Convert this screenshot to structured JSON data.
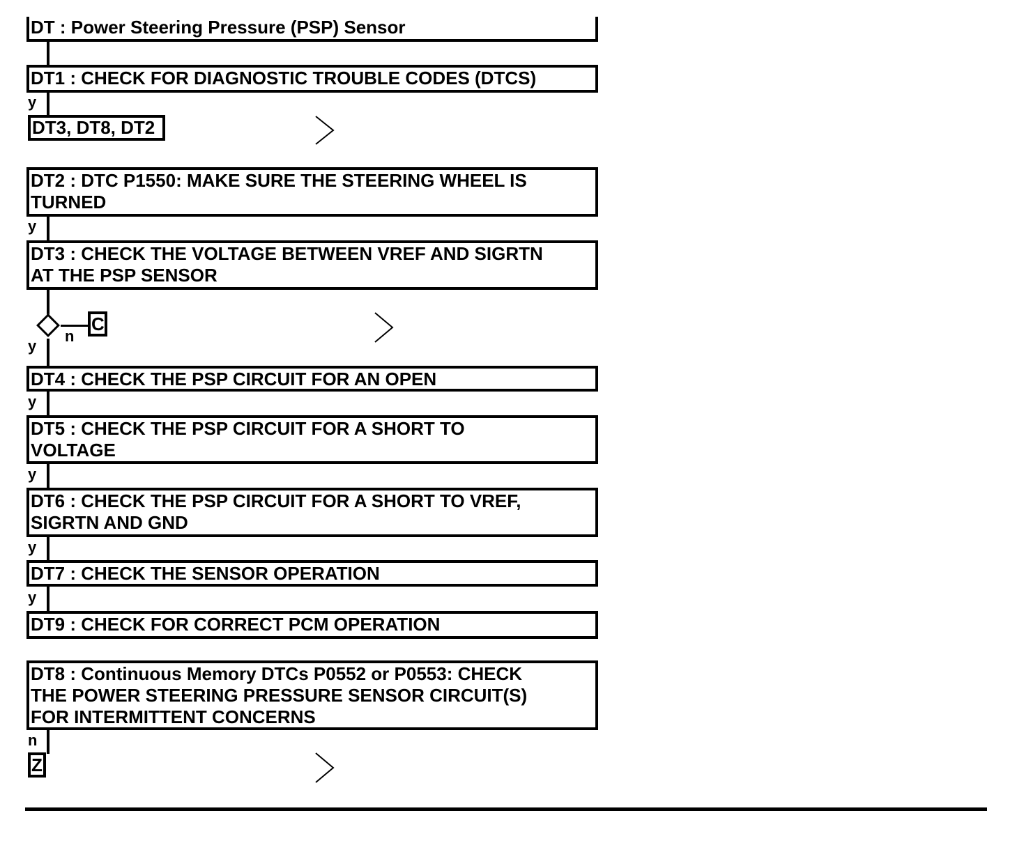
{
  "title": "DT : Power Steering Pressure (PSP) Sensor",
  "steps": {
    "dt1": "DT1 : CHECK FOR DIAGNOSTIC TROUBLE CODES (DTCS)",
    "dt1_result": "DT3, DT8, DT2",
    "dt2": "DT2 : DTC P1550: MAKE SURE THE STEERING WHEEL IS\nTURNED",
    "dt3": "DT3 : CHECK THE VOLTAGE BETWEEN VREF AND SIGRTN\nAT THE PSP SENSOR",
    "dt3_branch": "C",
    "dt4": "DT4 : CHECK THE PSP CIRCUIT FOR AN OPEN",
    "dt5": "DT5 : CHECK THE PSP CIRCUIT FOR A SHORT TO\nVOLTAGE",
    "dt6": "DT6 : CHECK THE PSP CIRCUIT FOR A SHORT TO VREF,\nSIGRTN AND GND",
    "dt7": "DT7 : CHECK THE SENSOR OPERATION",
    "dt9": "DT9 : CHECK FOR CORRECT PCM OPERATION",
    "dt8": "DT8 : Continuous Memory DTCs P0552 or P0553: CHECK\nTHE POWER STEERING PRESSURE SENSOR CIRCUIT(S)\nFOR INTERMITTENT CONCERNS",
    "dt8_branch": "Z"
  },
  "labels": {
    "yes": "y",
    "no": "n"
  },
  "icons": {
    "arrow": "chevron-right-icon",
    "decision": "diamond-icon"
  }
}
